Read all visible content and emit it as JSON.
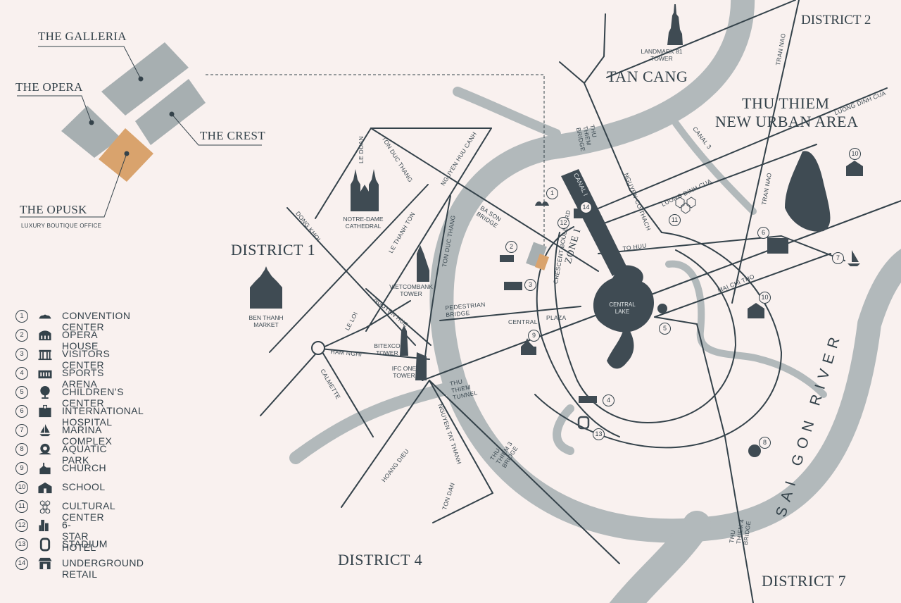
{
  "inset": {
    "the_galleria": "THE GALLERIA",
    "the_opera": "THE OPERA",
    "the_crest": "THE CREST",
    "the_opusk": "THE OPUSK",
    "luxury_office": "LUXURY BOUTIQUE OFFICE"
  },
  "districts": {
    "district1": "DISTRICT 1",
    "district2": "DISTRICT 2",
    "district4": "DISTRICT 4",
    "district7": "DISTRICT 7"
  },
  "areas": {
    "tan_cang": "TAN CANG",
    "thu_thiem_1": "THU THIEM",
    "thu_thiem_2": "NEW URBAN AREA",
    "zone1": "ZONE I",
    "central_lake": "CENTRAL LAKE",
    "sai_gon_river": "SAI GON RIVER"
  },
  "landmarks": {
    "landmark81": "LANDMARK 81 TOWER",
    "notre_dame": "NOTRE-DAME CATHEDRAL",
    "ben_thanh": "BEN THANH MARKET",
    "vietcombank": "VIETCOMBANK TOWER",
    "bitexco": "BITEXCO TOWER",
    "ifc_one": "IFC ONE TOWER"
  },
  "streets": {
    "le_duan": "LE DUAN",
    "ton_duc_thang_1": "TON DUC THANG",
    "ton_duc_thang_2": "TON DUC THANG",
    "nguyen_huu_canh": "NGUYEN HUU CANH",
    "dong_khoi": "DONG KHOI",
    "le_thanh_ton": "LE THANH TON",
    "ba_son_bridge": "BA SON BRIDGE",
    "le_loi": "LE LOI",
    "nguyen_hue": "NGUYEN HUE",
    "ham_nghi": "HAM NGHI",
    "calmette": "CALMETTE",
    "pedestrian_bridge": "PEDESTRIAN BRIDGE",
    "central_plaza_1": "CENTRAL",
    "central_plaza_2": "PLAZA",
    "crescent_boulevard": "CRESCENT BOULEVARD",
    "thu_thiem_bridge": "THU THIEM BRIDGE",
    "nguyen_co_thach": "NGUYEN CO THACH",
    "canal1": "CANAL I",
    "canal3": "CANAL 3",
    "luong_dinh_cua_1": "LUONG DINH CUA",
    "luong_dinh_cua_2": "LUONG DINH CUA",
    "tran_nao_1": "TRAN NAO",
    "tran_nao_2": "TRAN NAO",
    "to_huu": "TO HUU",
    "mai_chi_tho": "MAI CHI THO",
    "thu_thiem_tunnel": "THU THIEM TUNNEL",
    "nguyen_tat_thanh": "NGUYEN TAT THANH",
    "thu_thiem_3_bridge": "THU THIEM 3 BRIDGE",
    "hoang_dieu": "HOANG DIEU",
    "ton_dan": "TON DAN",
    "thu_thiem_4_bridge": "THU THIEM 4 BRIDGE"
  },
  "markers": [
    "1",
    "2",
    "3",
    "4",
    "5",
    "6",
    "7",
    "8",
    "9",
    "10",
    "10",
    "11",
    "12",
    "13",
    "14"
  ],
  "legend": [
    {
      "num": "1",
      "label": "CONVENTION CENTER",
      "icon": "lotus-icon"
    },
    {
      "num": "2",
      "label": "OPERA HOUSE",
      "icon": "opera-house-icon"
    },
    {
      "num": "3",
      "label": "VISITORS CENTER",
      "icon": "gate-icon"
    },
    {
      "num": "4",
      "label": "SPORTS ARENA",
      "icon": "arena-icon"
    },
    {
      "num": "5",
      "label": "CHILDREN’S CENTER",
      "icon": "globe-icon"
    },
    {
      "num": "6",
      "label": "INTERNATIONAL HOSPITAL",
      "icon": "hospital-icon"
    },
    {
      "num": "7",
      "label": "MARINA COMPLEX",
      "icon": "sailboat-icon"
    },
    {
      "num": "8",
      "label": "AQUATIC PARK",
      "icon": "sunflower-icon"
    },
    {
      "num": "9",
      "label": "CHURCH",
      "icon": "church-icon"
    },
    {
      "num": "10",
      "label": "SCHOOL",
      "icon": "school-icon"
    },
    {
      "num": "11",
      "label": "CULTURAL CENTER",
      "icon": "hexagon-icon"
    },
    {
      "num": "12",
      "label": "6-STAR HOTEL",
      "icon": "hotel-icon"
    },
    {
      "num": "13",
      "label": "STADIUM",
      "icon": "stadium-icon"
    },
    {
      "num": "14",
      "label": "UNDERGROUND RETAIL",
      "icon": "retail-icon"
    }
  ],
  "colors": {
    "background": "#f9f1ef",
    "river": "#b2b9bb",
    "road": "#34424a",
    "lake": "#3f4b53",
    "building": "#a7afb1",
    "highlight": "#d9a36d"
  }
}
